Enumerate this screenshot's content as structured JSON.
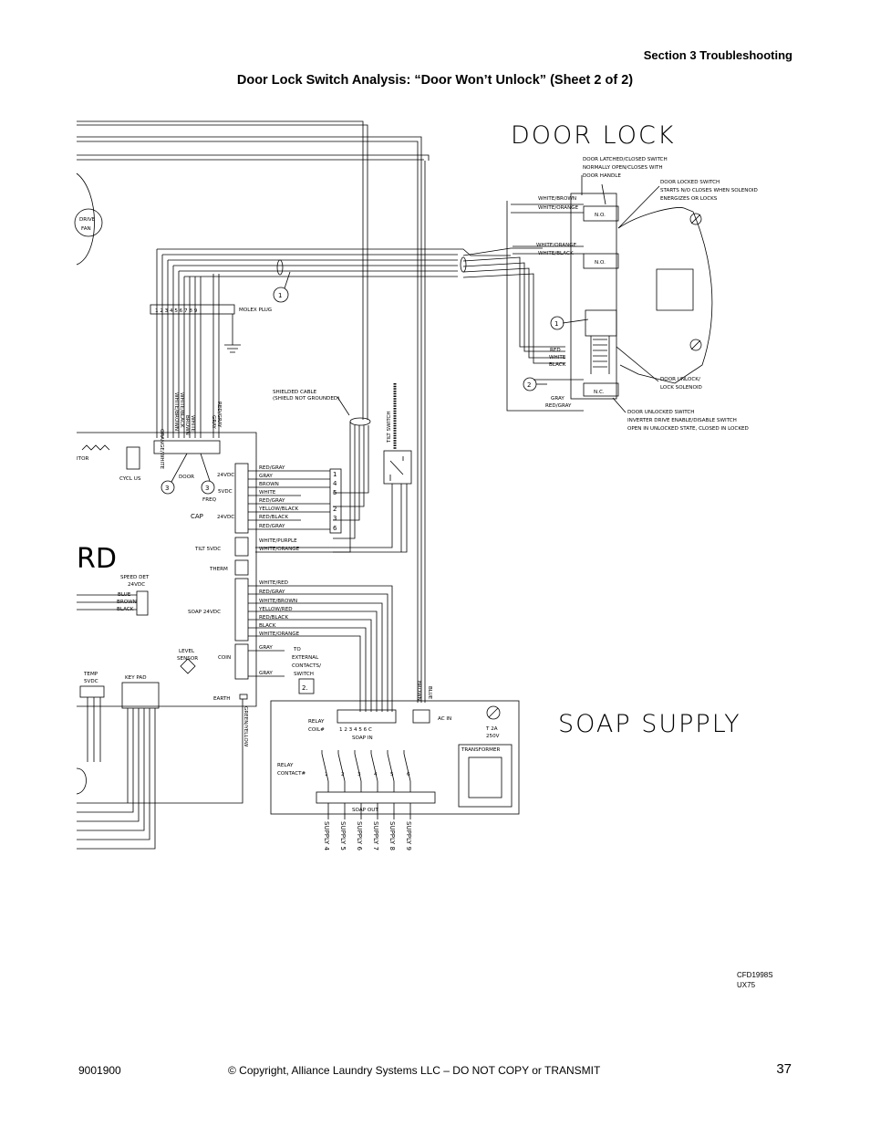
{
  "header": {
    "section": "Section 3 Troubleshooting",
    "title": "Door Lock Switch Analysis: “Door Won’t Unlock” (Sheet 2 of 2)"
  },
  "diagram": {
    "door_lock_title": "DOOR LOCK",
    "soap_supply_title": "SOAP SUPPLY",
    "door_lock_notes": {
      "latched_1": "DOOR LATCHED/CLOSED SWITCH",
      "latched_2": "NORMALLY OPEN/CLOSES WITH",
      "latched_3": "DOOR HANDLE",
      "locked_1": "DOOR LOCKED SWITCH",
      "locked_2": "STARTS N/O CLOSES WHEN SOLENOID",
      "locked_3": "ENERGIZES OR LOCKS",
      "solenoid_1": "DOOR UNLOCK/",
      "solenoid_2": "LOCK SOLENOID",
      "unlocked_1": "DOOR UNLOCKED SWITCH",
      "unlocked_2": "INVERTER DRIVE ENABLE/DISABLE SWITCH",
      "unlocked_3": "OPEN IN UNLOCKED STATE, CLOSED IN LOCKED"
    },
    "door_wires": {
      "white_brown": "WHITE/BROWN",
      "white_orange_1": "WHITE/ORANGE",
      "white_orange_2": "WHITE/ORANGE",
      "white_black": "WHITE/BLACK",
      "red": "RED",
      "white": "WHITE",
      "black": "BLACK",
      "gray": "GRAY",
      "red_gray": "RED/GRAY",
      "no1": "N.O.",
      "no2": "N.O.",
      "nc": "N.C."
    },
    "left_labels": {
      "drive_fan_1": "DRIVE",
      "drive_fan_2": "FAN",
      "molex_pins": "1 2 3 4 5 6 7 8 9",
      "molex_plug": "MOLEX PLUG",
      "shielded_1": "SHIELDED CABLE",
      "shielded_2": "(SHIELD NOT GROUNDED)",
      "tilt_switch": "TILT SWITCH",
      "cycl_us": "CYCL US",
      "door": "DOOR",
      "freq": "FREQ",
      "cap": "CAP",
      "tilt_5vdc": "TILT 5VDC",
      "therm": "THERM",
      "speed_det_1": "SPEED DET",
      "speed_det_2": "24VDC",
      "soap_24vdc": "SOAP 24VDC",
      "level_1": "LEVEL",
      "level_2": "SENSOR",
      "coin": "COIN",
      "temp_1": "TEMP",
      "temp_2": "5VDC",
      "key_pad": "KEY PAD",
      "earth": "EARTH",
      "rd": "RD",
      "itor": "ITOR",
      "external_1": "TO",
      "external_2": "EXTERNAL",
      "external_3": "CONTACTS/",
      "external_4": "SWITCH",
      "vdc_24": "24VDC",
      "vdc_5": "5VDC",
      "vdc_24b": "24VDC",
      "blue": "BLUE",
      "brown": "BROWN",
      "black": "BLACK",
      "green_yellow": "GREEN/YELLOW"
    },
    "connector_wires": [
      "RED/GRAY",
      "GRAY",
      "BROWN",
      "WHITE",
      "RED/GRAY",
      "YELLOW/BLACK",
      "RED/BLACK",
      "RED/GRAY"
    ],
    "tilt_wires": [
      "WHITE/PURPLE",
      "WHITE/ORANGE"
    ],
    "soap_wires": [
      "WHITE/RED",
      "RED/GRAY",
      "WHITE/BROWN",
      "YELLOW/RED",
      "RED/BLACK",
      "BLACK",
      "WHITE/ORANGE"
    ],
    "coin_wires": [
      "GRAY",
      "GRAY"
    ],
    "vertical_wires": [
      "GRAY",
      "RED/GRAY",
      "WHITE",
      "BROWN",
      "WHITE/BLACK",
      "WHITE/BROWN",
      "ORANGE/WHITE"
    ],
    "terminal_numbers": [
      "1",
      "4",
      "5",
      "2",
      "3",
      "6"
    ],
    "callouts": [
      "1",
      "2",
      "3",
      "3",
      "1",
      "2"
    ],
    "soap_board": {
      "relay_coil_1": "RELAY",
      "relay_coil_2": "COIL#",
      "coil_pins": "1 2 3 4 5 6 C",
      "soap_in": "SOAP IN",
      "ac_in": "AC IN",
      "fuse_1": "T 2A",
      "fuse_2": "250V",
      "transformer": "TRANSFORMER",
      "relay_contact_1": "RELAY",
      "relay_contact_2": "CONTACT#",
      "contact_nums": [
        "1",
        "2",
        "3",
        "4",
        "5",
        "6"
      ],
      "soap_out": "SOAP OUT",
      "brown": "BROWN",
      "blue": "BLUE"
    },
    "supplies": [
      "SUPPLY 4",
      "SUPPLY 5",
      "SUPPLY 6",
      "SUPPLY 7",
      "SUPPLY 8",
      "SUPPLY 9"
    ]
  },
  "drawing_code": {
    "line1": "CFD1998S",
    "line2": "UX75"
  },
  "footer": {
    "doc_number": "9001900",
    "copyright": "© Copyright, Alliance Laundry Systems LLC – DO NOT COPY or TRANSMIT",
    "page": "37"
  }
}
